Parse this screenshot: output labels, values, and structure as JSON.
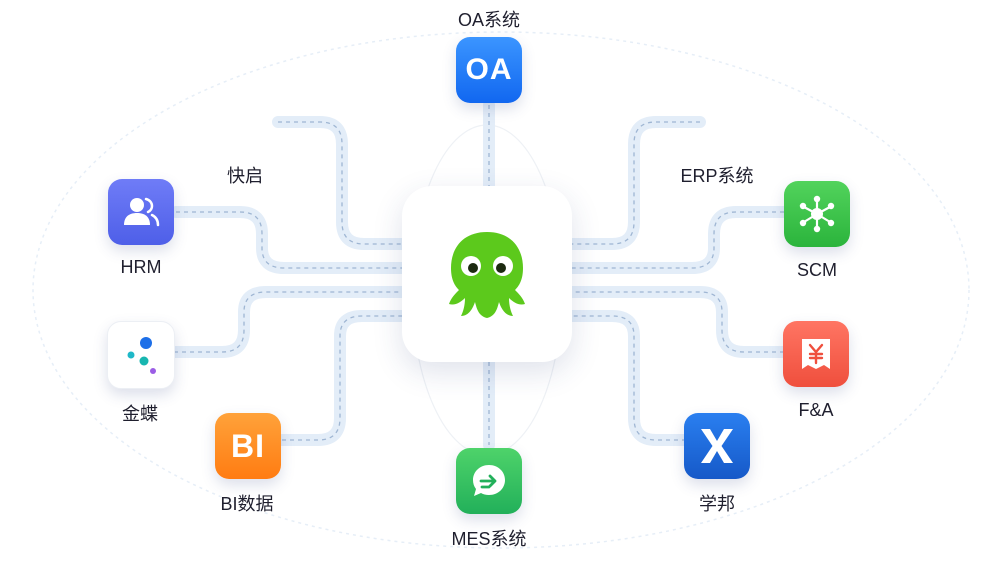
{
  "nodes": {
    "oa": {
      "label": "OA系统",
      "icon_text": "OA",
      "color": "#1677ff",
      "icon": "oa-text-icon"
    },
    "kuaiqi": {
      "label": "快启"
    },
    "erp": {
      "label": "ERP系统"
    },
    "hrm": {
      "label": "HRM",
      "color": "#5b6df2",
      "icon": "user-group-icon"
    },
    "scm": {
      "label": "SCM",
      "color": "#35c24a",
      "icon": "network-hub-icon"
    },
    "kingdee": {
      "label": "金蝶",
      "color": "#ffffff",
      "icon": "dots-logo-icon"
    },
    "fa": {
      "label": "F&A",
      "color": "#f25f4c",
      "icon": "yuan-receipt-icon"
    },
    "bi": {
      "label": "BI数据",
      "icon_text": "BI",
      "color": "#ff8a1f",
      "icon": "bi-text-icon"
    },
    "mes": {
      "label": "MES系统",
      "color": "#33c26a",
      "icon": "chat-arrow-icon"
    },
    "xuebang": {
      "label": "学邦",
      "color": "#1f6fe0",
      "icon": "x-letter-icon"
    }
  },
  "hub": {
    "icon": "octopus-icon",
    "color": "#5cc91c"
  }
}
